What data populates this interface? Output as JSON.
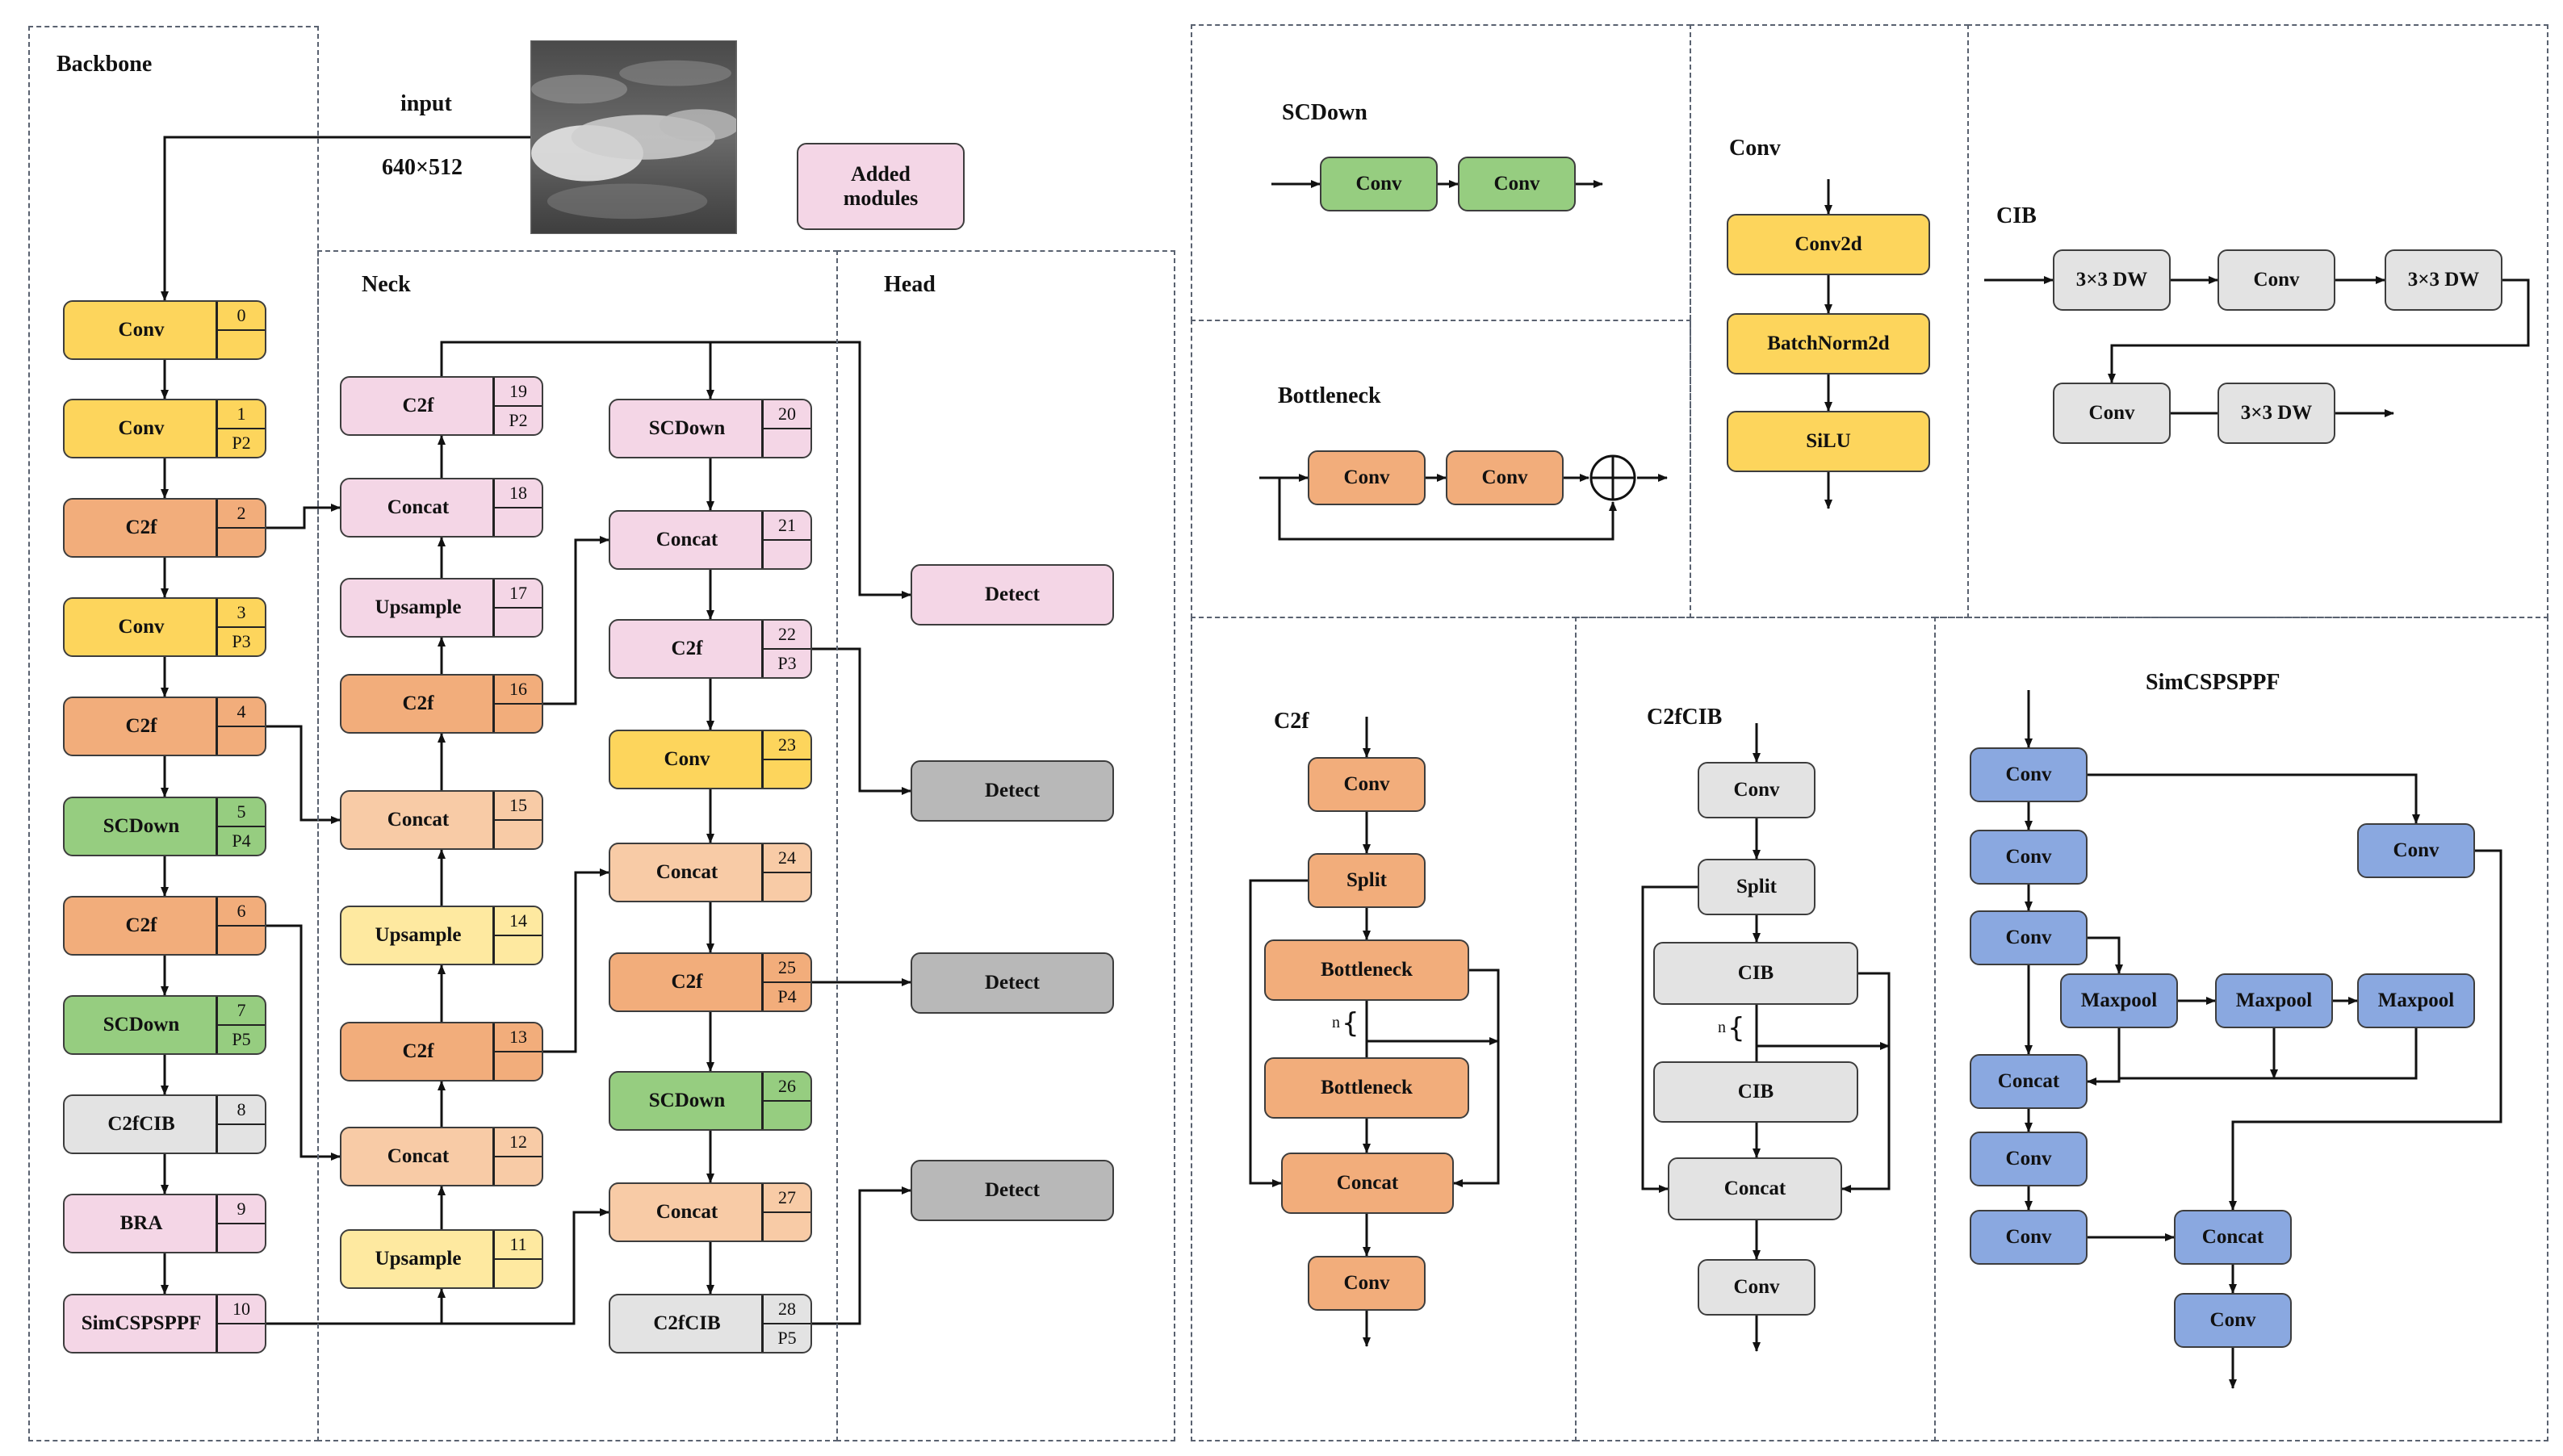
{
  "colors": {
    "conv_yellow": "#fdd55c",
    "c2f_orange": "#f2ad7b",
    "scdown_green": "#96cd80",
    "c2fcib_gray": "#e3e3e3",
    "pink": "#f4d6e6",
    "light_orange": "#f8cba6",
    "light_yellow": "#fee9a0",
    "gray_detect": "#b8b8b8",
    "blue": "#8aa8e0",
    "line": "#111111"
  },
  "headers": {
    "backbone": "Backbone",
    "neck": "Neck",
    "head": "Head",
    "input": "input",
    "input_size": "640×512",
    "added_modules": "Added modules"
  },
  "backbone": [
    {
      "label": "Conv",
      "index": "0",
      "tag": "",
      "color": "conv_yellow"
    },
    {
      "label": "Conv",
      "index": "1",
      "tag": "P2",
      "color": "conv_yellow"
    },
    {
      "label": "C2f",
      "index": "2",
      "tag": "",
      "color": "c2f_orange"
    },
    {
      "label": "Conv",
      "index": "3",
      "tag": "P3",
      "color": "conv_yellow"
    },
    {
      "label": "C2f",
      "index": "4",
      "tag": "",
      "color": "c2f_orange"
    },
    {
      "label": "SCDown",
      "index": "5",
      "tag": "P4",
      "color": "scdown_green"
    },
    {
      "label": "C2f",
      "index": "6",
      "tag": "",
      "color": "c2f_orange"
    },
    {
      "label": "SCDown",
      "index": "7",
      "tag": "P5",
      "color": "scdown_green"
    },
    {
      "label": "C2fCIB",
      "index": "8",
      "tag": "",
      "color": "c2fcib_gray"
    },
    {
      "label": "BRA",
      "index": "9",
      "tag": "",
      "color": "pink"
    },
    {
      "label": "SimCSPSPPF",
      "index": "10",
      "tag": "",
      "color": "pink"
    }
  ],
  "neck_left": [
    {
      "label": "C2f",
      "index": "19",
      "tag": "P2",
      "color": "pink"
    },
    {
      "label": "Concat",
      "index": "18",
      "tag": "",
      "color": "pink"
    },
    {
      "label": "Upsample",
      "index": "17",
      "tag": "",
      "color": "pink"
    },
    {
      "label": "C2f",
      "index": "16",
      "tag": "",
      "color": "c2f_orange"
    },
    {
      "label": "Concat",
      "index": "15",
      "tag": "",
      "color": "light_orange"
    },
    {
      "label": "Upsample",
      "index": "14",
      "tag": "",
      "color": "light_yellow"
    },
    {
      "label": "C2f",
      "index": "13",
      "tag": "",
      "color": "c2f_orange"
    },
    {
      "label": "Concat",
      "index": "12",
      "tag": "",
      "color": "light_orange"
    },
    {
      "label": "Upsample",
      "index": "11",
      "tag": "",
      "color": "light_yellow"
    }
  ],
  "neck_right": [
    {
      "label": "SCDown",
      "index": "20",
      "tag": "",
      "color": "pink"
    },
    {
      "label": "Concat",
      "index": "21",
      "tag": "",
      "color": "pink"
    },
    {
      "label": "C2f",
      "index": "22",
      "tag": "P3",
      "color": "pink"
    },
    {
      "label": "Conv",
      "index": "23",
      "tag": "",
      "color": "conv_yellow"
    },
    {
      "label": "Concat",
      "index": "24",
      "tag": "",
      "color": "light_orange"
    },
    {
      "label": "C2f",
      "index": "25",
      "tag": "P4",
      "color": "c2f_orange"
    },
    {
      "label": "SCDown",
      "index": "26",
      "tag": "",
      "color": "scdown_green"
    },
    {
      "label": "Concat",
      "index": "27",
      "tag": "",
      "color": "light_orange"
    },
    {
      "label": "C2fCIB",
      "index": "28",
      "tag": "P5",
      "color": "c2fcib_gray"
    }
  ],
  "head": [
    {
      "label": "Detect",
      "color": "pink"
    },
    {
      "label": "Detect",
      "color": "gray_detect"
    },
    {
      "label": "Detect",
      "color": "gray_detect"
    },
    {
      "label": "Detect",
      "color": "gray_detect"
    }
  ],
  "scdown": {
    "title": "SCDown",
    "blocks": [
      "Conv",
      "Conv"
    ]
  },
  "bottleneck": {
    "title": "Bottleneck",
    "blocks": [
      "Conv",
      "Conv"
    ]
  },
  "conv_module": {
    "title": "Conv",
    "blocks": [
      "Conv2d",
      "BatchNorm2d",
      "SiLU"
    ]
  },
  "cib": {
    "title": "CIB",
    "row1": [
      "3×3 DW",
      "Conv",
      "3×3 DW"
    ],
    "row2": [
      "Conv",
      "3×3 DW"
    ]
  },
  "c2f_module": {
    "title": "C2f",
    "blocks": [
      "Conv",
      "Split",
      "Bottleneck",
      "Bottleneck",
      "Concat",
      "Conv"
    ],
    "repeat_label": "n"
  },
  "c2fcib_module": {
    "title": "C2fCIB",
    "blocks": [
      "Conv",
      "Split",
      "CIB",
      "CIB",
      "Concat",
      "Conv"
    ],
    "repeat_label": "n"
  },
  "simcspsppf": {
    "title": "SimCSPSPPF",
    "left": [
      "Conv",
      "Conv",
      "Conv",
      "Concat",
      "Conv",
      "Conv"
    ],
    "right_conv": "Conv",
    "maxpools": [
      "Maxpool",
      "Maxpool",
      "Maxpool"
    ],
    "concat": "Concat",
    "out": "Conv"
  }
}
